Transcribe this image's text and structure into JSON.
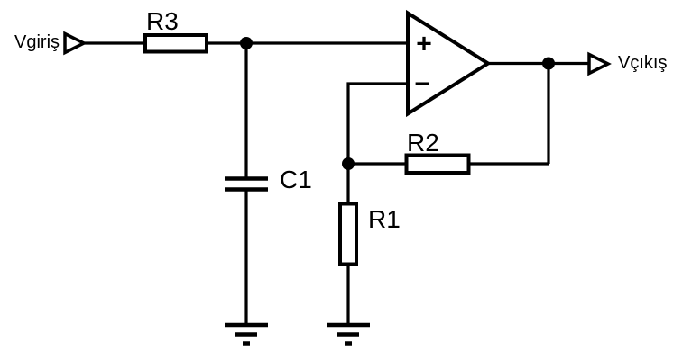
{
  "colors": {
    "line": "#000000",
    "background": "#ffffff"
  },
  "labels": {
    "input": "Vgiriş",
    "output": "Vçıkış",
    "opamp_noninverting": "+",
    "opamp_inverting": "−"
  },
  "components": [
    {
      "id": "R3",
      "type": "resistor",
      "label": "R3",
      "orientation": "horizontal"
    },
    {
      "id": "C1",
      "type": "capacitor",
      "label": "C1",
      "orientation": "vertical"
    },
    {
      "id": "R2",
      "type": "resistor",
      "label": "R2",
      "orientation": "horizontal"
    },
    {
      "id": "R1",
      "type": "resistor",
      "label": "R1",
      "orientation": "vertical"
    },
    {
      "id": "U1",
      "type": "op-amp",
      "label": "",
      "orientation": "right"
    }
  ],
  "icons": {
    "input_port": "triangle-right-icon",
    "output_port": "triangle-right-icon",
    "ground": "earth-ground-icon",
    "junction": "junction-dot"
  }
}
